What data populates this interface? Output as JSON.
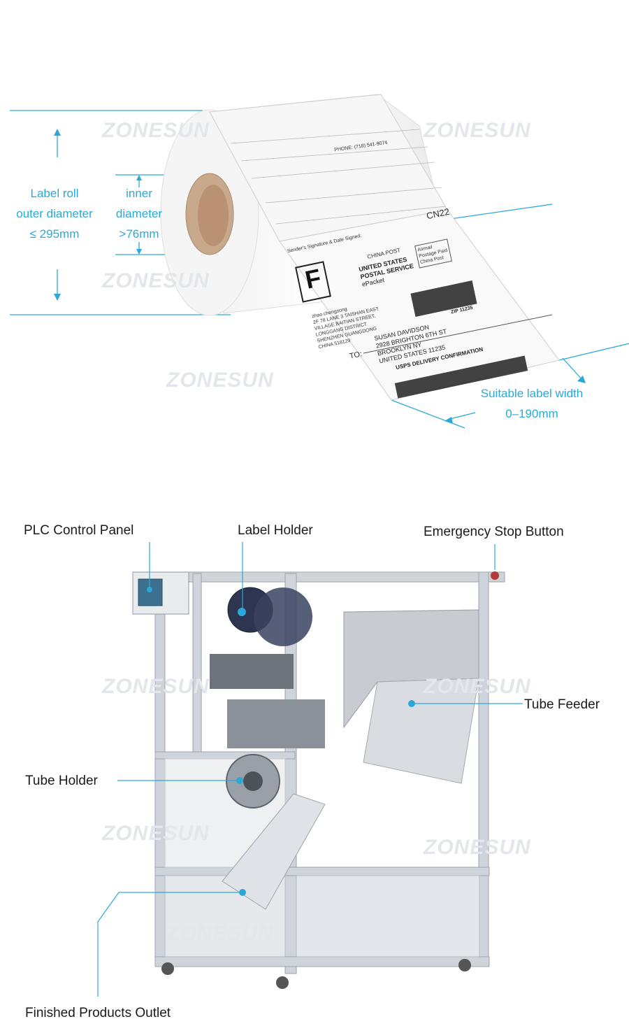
{
  "watermark": "ZONESUN",
  "colors": {
    "accent": "#2aa9d8",
    "text": "#1a1a1a",
    "frame": "#b9bfc6"
  },
  "label_roll": {
    "outer_diameter": [
      "Label roll",
      "outer diameter",
      "≤ 295mm"
    ],
    "inner_diameter": [
      "inner",
      "diameter",
      ">76mm"
    ],
    "label_width": [
      "Suitable label width",
      "0–190mm"
    ]
  },
  "shipping_label": {
    "customs_form": "CN22",
    "letter": "F",
    "carrier": [
      "UNITED STATES",
      "POSTAL SERVICE",
      "ePacket"
    ],
    "china_post": "CHINA POST",
    "postage": [
      "Airmail",
      "Postage Paid",
      "China Post"
    ],
    "from": [
      "zhao chengsong",
      "2F 78 LANE 3 TAISHAN EAST",
      "VILLAGE BAITIAN STREET,",
      "LONGGANG DISTRICT",
      "SHENZHEN GUANGDONG",
      "CHINA 518129"
    ],
    "phone": "PHONE: (718) 541-9074",
    "to_label": "TO:",
    "to": [
      "SUSAN DAVIDSON",
      "2928 BRIGHTON 6TH ST",
      "BROOKLYN NY",
      "UNITED STATES 11235"
    ],
    "zip": "ZIP 11235",
    "delivery": "USPS DELIVERY CONFIRMATION",
    "signature": "Sender's Signature & Date Signed:"
  },
  "machine_labels": {
    "plc": "PLC Control Panel",
    "label_holder": "Label Holder",
    "emergency": "Emergency Stop Button",
    "tube_feeder": "Tube Feeder",
    "tube_holder": "Tube Holder",
    "outlet": "Finished Products Outlet"
  }
}
